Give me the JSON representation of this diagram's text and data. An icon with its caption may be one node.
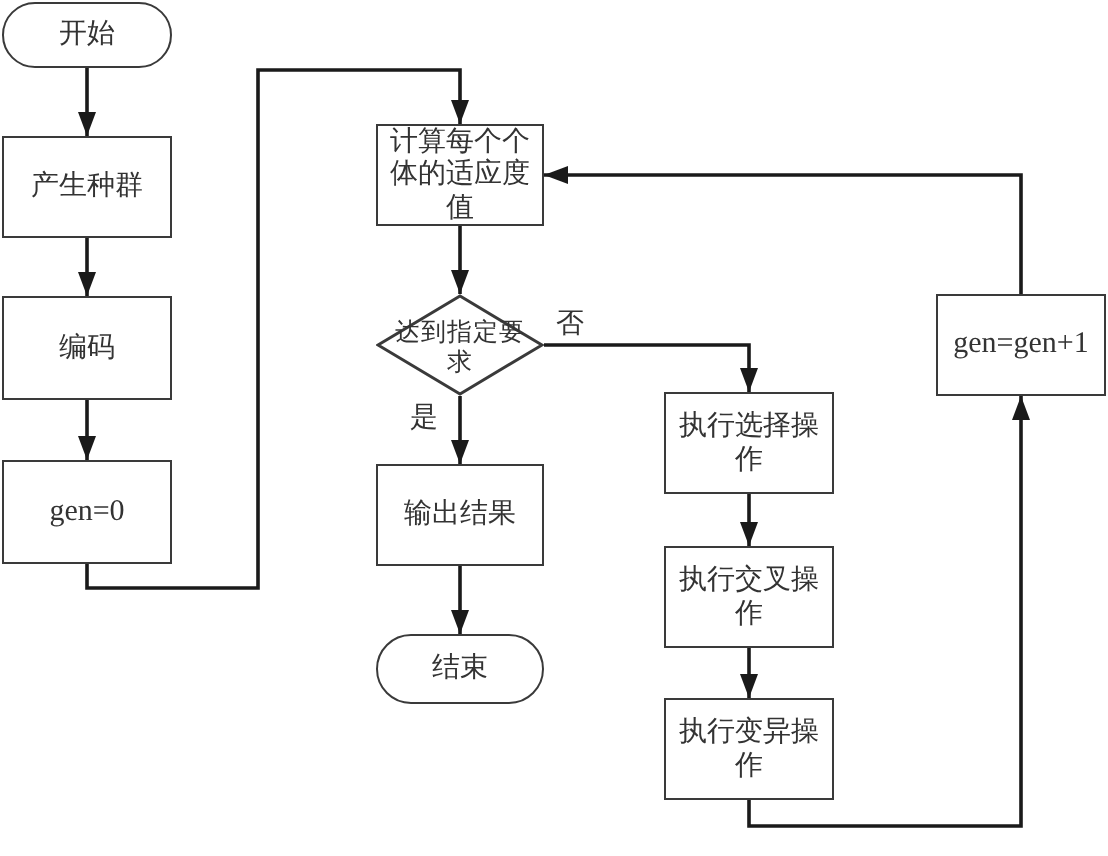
{
  "diagram": {
    "nodes": [
      {
        "text": [
          "开始"
        ]
      },
      {
        "text": [
          "产生种群"
        ]
      },
      {
        "text": [
          "编码"
        ]
      },
      {
        "text": [
          "gen=0"
        ]
      },
      {
        "text": [
          "计算每个个体的适应度值"
        ]
      },
      {
        "text": [
          "达到指定要求"
        ]
      },
      {
        "text": [
          "输出结果"
        ]
      },
      {
        "text": [
          "结束"
        ]
      },
      {
        "text": [
          "执行选择操作"
        ]
      },
      {
        "text": [
          "执行交叉操作"
        ]
      },
      {
        "text": [
          "执行变异操作"
        ]
      },
      {
        "text": [
          "gen=gen+1"
        ]
      }
    ],
    "edges": [
      {
        "from": 0,
        "to": 1,
        "arrow": "to"
      },
      {
        "from": 1,
        "to": 2,
        "arrow": "to"
      },
      {
        "from": 2,
        "to": 3,
        "arrow": "to"
      },
      {
        "from": 3,
        "to": 4,
        "arrow": "to"
      },
      {
        "from": 4,
        "to": 5,
        "arrow": "to"
      },
      {
        "from": 5,
        "to": 6,
        "arrow": "to",
        "label": "是"
      },
      {
        "from": 6,
        "to": 7,
        "arrow": "to"
      },
      {
        "from": 5,
        "to": 8,
        "arrow": "to",
        "label": "否"
      },
      {
        "from": 8,
        "to": 9,
        "arrow": "to"
      },
      {
        "from": 9,
        "to": 10,
        "arrow": "to"
      },
      {
        "from": 10,
        "to": 11,
        "arrow": "to"
      },
      {
        "from": 11,
        "to": 4,
        "arrow": "to"
      }
    ]
  }
}
